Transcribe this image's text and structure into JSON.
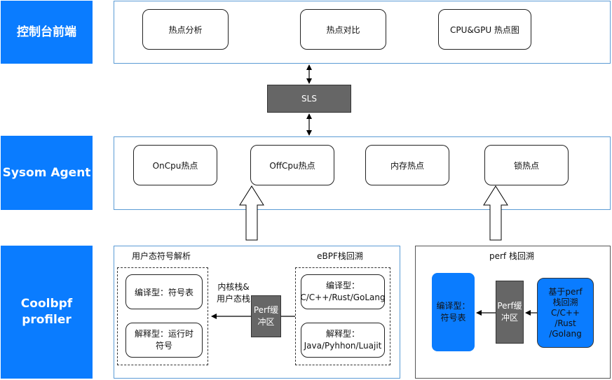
{
  "layers": {
    "console": "控制台前端",
    "agent": "Sysom Agent",
    "profiler": "Coolbpf\nprofiler"
  },
  "console_nodes": [
    "热点分析",
    "热点对比",
    "CPU&GPU 热点图"
  ],
  "sls": "SLS",
  "agent_nodes": [
    "OnCpu热点",
    "OffCpu热点",
    "内存热点",
    "锁热点"
  ],
  "profiler": {
    "user_parse_title": "用户态符号解析",
    "ebpf_title": "eBPF栈回溯",
    "compiled_symbol": "编译型：符号表",
    "interpreted_symbol": "解释型：运行时\n符号",
    "kernel_user_stack": "内核栈&\n用户态栈",
    "perf_buffer": "Perf缓\n冲区",
    "compiled_langs": "编译型：\nC/C++/Rust/GoLang",
    "interpreted_langs": "解释型：\nJava/Pyhhon/Luajit"
  },
  "perf_panel": {
    "title": "perf 栈回溯",
    "symbol_table": "编译型：\n符号表",
    "perf_buffer": "Perf缓\n冲区",
    "based_on": "基于perf\n栈回溯\nC/C++\n/Rust\n/Golang"
  },
  "colors": {
    "accent": "#0a7cff",
    "panel_border": "#5b9bd5",
    "buffer_gray": "#666666"
  }
}
